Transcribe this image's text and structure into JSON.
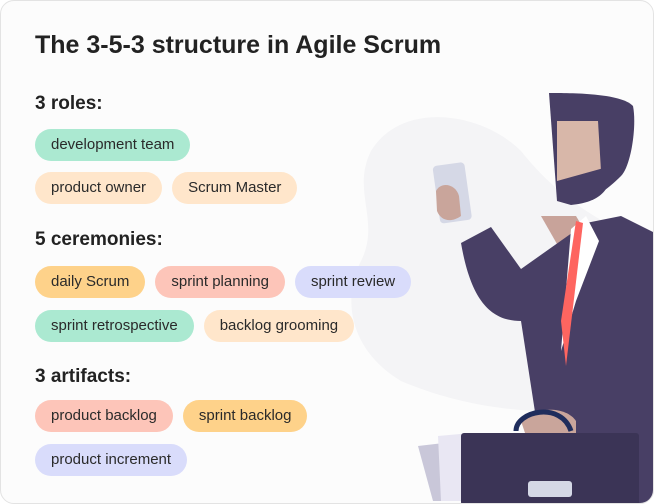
{
  "title": "The 3-5-3 structure in Agile Scrum",
  "sections": [
    {
      "heading": "3 roles:",
      "rows": [
        [
          "development team"
        ],
        [
          "product owner",
          "Scrum Master"
        ]
      ]
    },
    {
      "heading": "5 ceremonies:",
      "rows": [
        [
          "daily Scrum",
          "sprint planning",
          "sprint review"
        ],
        [
          "sprint retrospective",
          "backlog grooming"
        ]
      ]
    },
    {
      "heading": "3 artifacts:",
      "rows": [
        [
          "product backlog",
          "sprint backlog"
        ],
        [
          "product increment"
        ]
      ]
    }
  ],
  "colors": {
    "green": "#abe9d1",
    "peach": "#ffe6cb",
    "orange": "#fed28a",
    "salmon": "#fdc5b9",
    "lavender": "#d9dcfb",
    "suit": "#483f65",
    "tie": "#fe6560"
  }
}
